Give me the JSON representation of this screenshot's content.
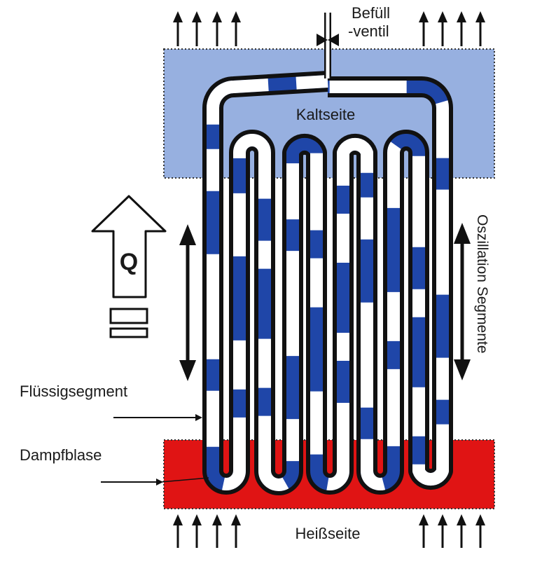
{
  "labels": {
    "fill_valve_line1": "Befüll",
    "fill_valve_line2": "-ventil",
    "cold_side": "Kaltseite",
    "hot_side": "Heißseite",
    "heat_flow": "Q",
    "liquid_segment": "Flüssigsegment",
    "vapor_bubble": "Dampfblase",
    "oscillation": "Oszillation Segmente"
  },
  "colors": {
    "cold_zone": "#97b0e0",
    "hot_zone": "#e01414",
    "liquid": "#1f46a8",
    "vapor": "#ffffff",
    "tube_wall": "#111111"
  },
  "icons": {
    "heat_flow_arrow": "up-arrow-outline",
    "oscillation": "double-headed-arrow"
  }
}
